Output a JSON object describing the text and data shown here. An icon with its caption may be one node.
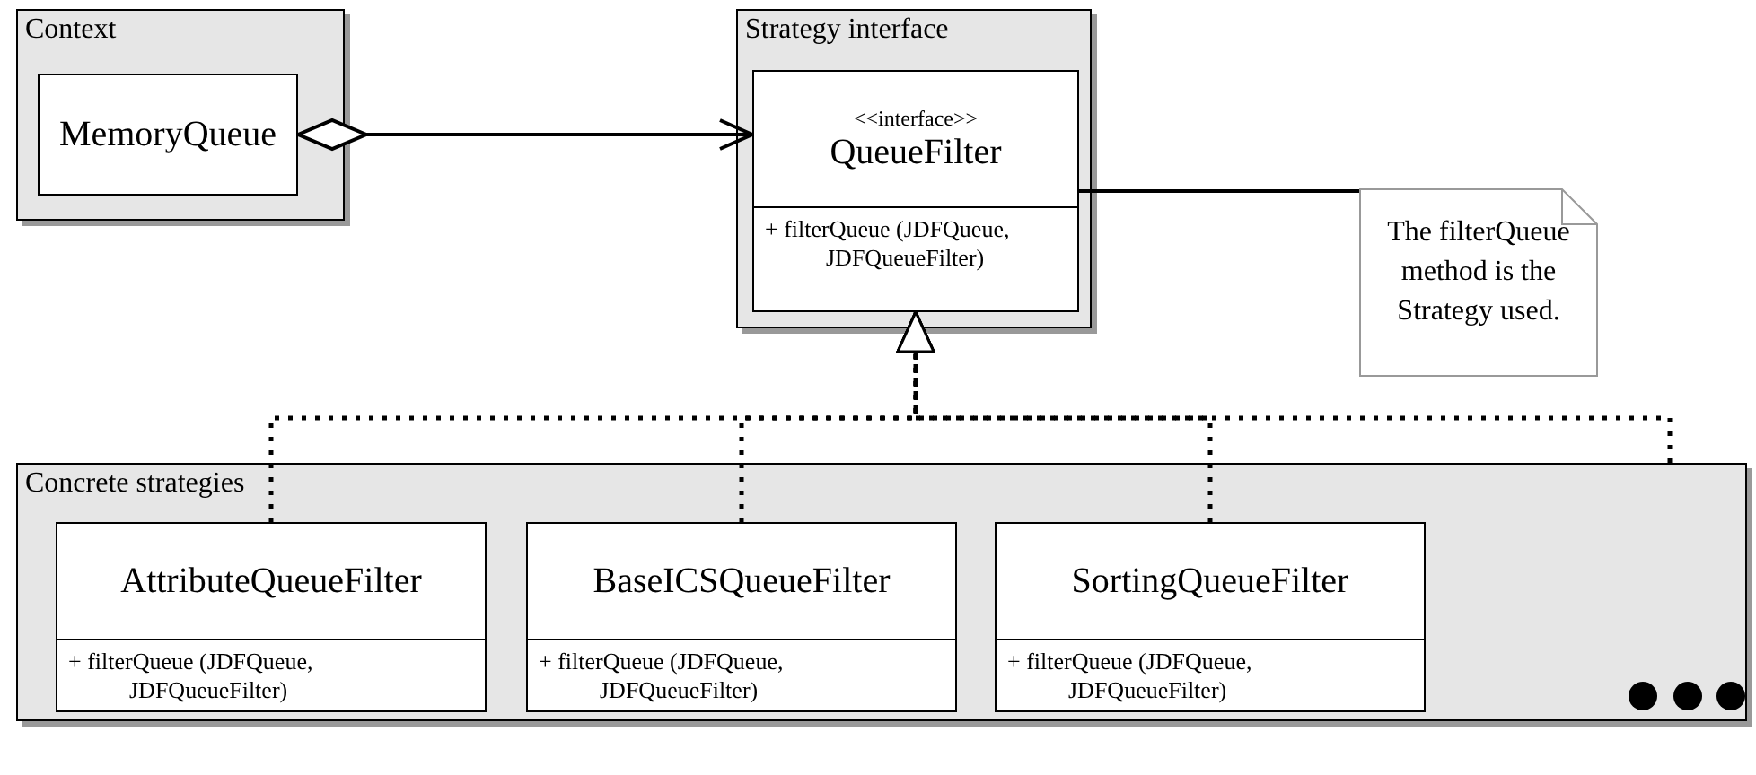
{
  "diagram": {
    "nodes": [
      {
        "text": [
          "Context"
        ]
      },
      {
        "text": [
          "MemoryQueue"
        ],
        "in": 0
      },
      {
        "text": [
          "Strategy interface"
        ]
      },
      {
        "text": [
          "<<interface>>",
          "QueueFilter",
          "+ filterQueue (JDFQueue, JDFQueueFilter)"
        ],
        "in": 2
      },
      {
        "text": [
          "The filterQueue method is the Strategy used."
        ]
      },
      {
        "text": [
          "Concrete strategies"
        ]
      },
      {
        "text": [
          "AttributeQueueFilter",
          "+ filterQueue (JDFQueue, JDFQueueFilter)"
        ],
        "in": 5
      },
      {
        "text": [
          "BaseICSQueueFilter",
          "+ filterQueue (JDFQueue, JDFQueueFilter)"
        ],
        "in": 5
      },
      {
        "text": [
          "SortingQueueFilter",
          "+ filterQueue (JDFQueue, JDFQueueFilter)"
        ],
        "in": 5
      }
    ],
    "edges": [
      {
        "from": 1,
        "to": 3,
        "arrow": "to"
      },
      {
        "from": 3,
        "to": 4,
        "arrow": "none"
      },
      {
        "from": 6,
        "to": 3,
        "arrow": "to",
        "style": "dashed"
      },
      {
        "from": 7,
        "to": 3,
        "arrow": "to",
        "style": "dashed"
      },
      {
        "from": 8,
        "to": 3,
        "arrow": "to",
        "style": "dashed"
      },
      {
        "from": 5,
        "to": 3,
        "arrow": "to",
        "style": "dashed"
      }
    ]
  }
}
